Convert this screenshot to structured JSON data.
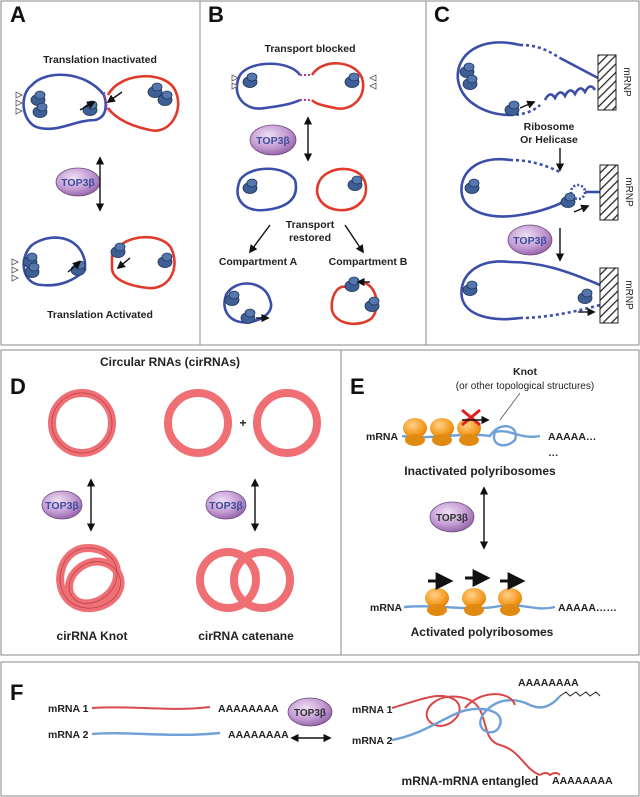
{
  "panels": {
    "A": {
      "letter": "A",
      "top_label": "Translation Inactivated",
      "enzyme": "TOP3β",
      "bottom_label": "Translation Activated"
    },
    "B": {
      "letter": "B",
      "top_label": "Transport blocked",
      "enzyme": "TOP3β",
      "restored_label_line1": "Transport",
      "restored_label_line2": "restored",
      "compartment_a": "Compartment A",
      "compartment_b": "Compartment B"
    },
    "C": {
      "letter": "C",
      "mrnp_label": "mRNP",
      "helper_line1": "Ribosome",
      "helper_line2": "Or Helicase",
      "enzyme": "TOP3β"
    },
    "D": {
      "letter": "D",
      "title": "Circular RNAs (cirRNAs)",
      "plus": "+",
      "enzyme": "TOP3β",
      "knot_label": "cirRNA Knot",
      "catenane_label": "cirRNA catenane"
    },
    "E": {
      "letter": "E",
      "knot_title": "Knot",
      "knot_subtitle": "(or other topological structures)",
      "mrna_label": "mRNA",
      "polya_top": "AAAAA…",
      "polya_dots": "…",
      "inactive_label": "Inactivated polyribosomes",
      "enzyme": "TOP3β",
      "polya_bottom": "AAAAA……",
      "active_label": "Activated polyribosomes"
    },
    "F": {
      "letter": "F",
      "mrna1": "mRNA 1",
      "mrna2": "mRNA 2",
      "polya": "AAAAAAAA",
      "enzyme": "TOP3β",
      "entangled_label": "mRNA-mRNA entangled"
    }
  },
  "colors": {
    "rna_blue": "#3a4eaa",
    "rna_red": "#e03a2a",
    "enzyme_fill": "#b98fc6",
    "ribosome_orange": "#f39a1e",
    "circrna_pink": "#ef6f74"
  },
  "icons": [
    "ribosome-icon",
    "mrnp-hatched-icon",
    "enzyme-oval-icon",
    "block-cross-icon"
  ]
}
